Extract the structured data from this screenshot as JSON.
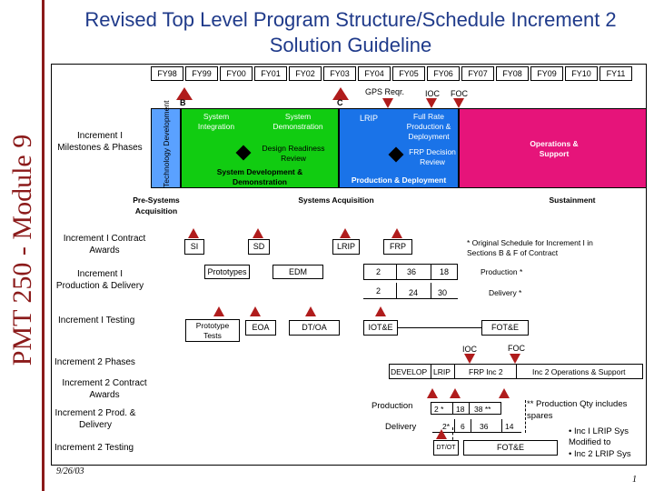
{
  "side_title": "PMT 250 - Module 9",
  "title": "Revised Top Level Program Structure/Schedule Increment 2 Solution Guideline",
  "fiscal_years": [
    "FY98",
    "FY99",
    "FY00",
    "FY01",
    "FY02",
    "FY03",
    "FY04",
    "FY05",
    "FY06",
    "FY07",
    "FY08",
    "FY09",
    "FY10",
    "FY11"
  ],
  "milestones": {
    "b": "B",
    "c": "C",
    "gps_reqr": "GPS Reqr.",
    "ioc": "IOC",
    "foc": "FOC"
  },
  "phase_bar": {
    "tech_dev": "Technology Development",
    "system_integration": "System Integration",
    "system_demonstration": "System Demonstration",
    "design_readiness": "Design Readiness Review",
    "sdd": "System Development & Demonstration",
    "lrip": "LRIP",
    "full_rate": "Full Rate Production & Deployment",
    "frp_decision": "FRP Decision Review",
    "pd": "Production & Deployment",
    "os": "Operations & Support"
  },
  "colors": {
    "tech_dev": "#5aa1ff",
    "sdd": "#11cc11",
    "pd": "#1a73e8",
    "os": "#e6147a",
    "milestone": "#b01c1c"
  },
  "rows": {
    "inc1_milestones": "Increment I Milestones & Phases",
    "pre_systems": "Pre-Systems Acquisition",
    "systems_acq": "Systems Acquisition",
    "sustainment": "Sustainment",
    "inc1_contract": "Increment I Contract Awards",
    "inc1_production": "Increment I Production & Delivery",
    "inc1_testing": "Increment I Testing",
    "inc2_phases": "Increment 2 Phases",
    "inc2_contract": "Increment 2 Contract Awards",
    "inc2_prod": "Increment 2 Prod. & Delivery",
    "inc2_testing": "Increment 2 Testing"
  },
  "inc1": {
    "awards": [
      "SI",
      "SD",
      "LRIP",
      "FRP"
    ],
    "prototypes": "Prototypes",
    "edm": "EDM",
    "prod_row": [
      "2",
      "36",
      "18"
    ],
    "deliv_row": [
      "2",
      "24",
      "30"
    ],
    "production_label": "Production *",
    "delivery_label": "Delivery *",
    "note": "* Original Schedule for Increment I in Sections B & F of Contract",
    "tests": [
      "Prototype Tests",
      "EOA",
      "DT/OA",
      "IOT&E",
      "FOT&E"
    ],
    "ioc": "IOC",
    "foc": "FOC"
  },
  "inc2": {
    "phases": [
      "DEVELOP",
      "LRIP",
      "FRP Inc 2",
      "Inc 2 Operations & Support"
    ],
    "production_label": "Production",
    "delivery_label": "Delivery",
    "prod_row": [
      "2 *",
      "18",
      "38 **"
    ],
    "deliv_row": [
      "2*",
      "6",
      "36",
      "14"
    ],
    "dtot": "DT/OT",
    "fote": "FOT&E",
    "note2": "** Production Qty includes spares",
    "bullet1": "Inc I LRIP Sys Modified to",
    "bullet2": "Inc 2 LRIP Sys"
  },
  "footer": {
    "date": "9/26/03",
    "page": "1"
  }
}
